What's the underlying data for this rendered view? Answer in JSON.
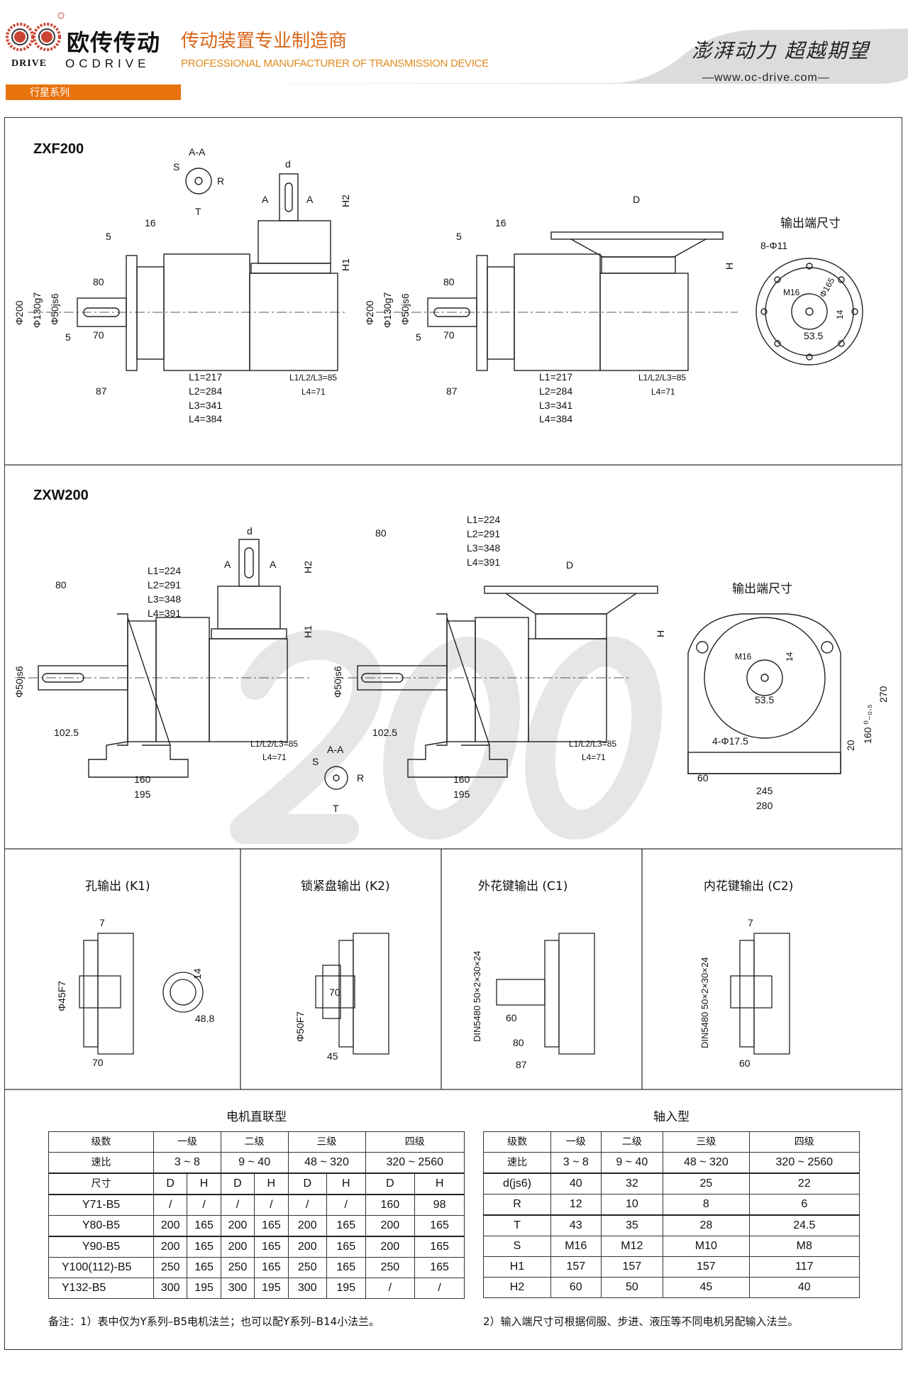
{
  "header": {
    "logo_text": "欧传",
    "brand_cn": "欧传传动",
    "brand_en_left": "DRIVE",
    "brand_en": "OCDRIVE",
    "tagline_cn": "传动装置专业制造商",
    "tagline_en": "PROFESSIONAL MANUFACTURER OF TRANSMISSION DEVICE",
    "slogan": "澎湃动力 超越期望",
    "website": "—www.oc-drive.com—",
    "series_tab": "行星系列",
    "colors": {
      "accent": "#e8730f",
      "band": "#dcdcdc"
    }
  },
  "watermark": "200",
  "zxf": {
    "title": "ZXF200",
    "section": "A-A",
    "s": "S",
    "t": "T",
    "r": "R",
    "d": "d",
    "a": "A",
    "h1": "H1",
    "h2": "H2",
    "h": "H",
    "D": "D",
    "dim_16": "16",
    "dim_5": "5",
    "dim_80": "80",
    "dim_70": "70",
    "dim_87": "87",
    "phi200": "Φ200",
    "phi130": "Φ130g7",
    "phi50": "Φ50js6",
    "L": [
      "L1=217",
      "L2=284",
      "L3=341",
      "L4=384"
    ],
    "l123": "L1/L2/L3=85",
    "l4": "L4=71",
    "output_title": "输出端尺寸",
    "holes": "8-Φ11",
    "m16": "M16",
    "phi165": "Φ165",
    "dim_14": "14",
    "dim_53": "53.5"
  },
  "zxw": {
    "title": "ZXW200",
    "d": "d",
    "a": "A",
    "h1": "H1",
    "h2": "H2",
    "h": "H",
    "D": "D",
    "dim_80": "80",
    "phi50": "Φ50js6",
    "dim_102": "102.5",
    "dim_160": "160",
    "dim_195": "195",
    "L": [
      "L1=224",
      "L2=291",
      "L3=348",
      "L4=391"
    ],
    "l123": "L1/L2/L3=85",
    "l4": "L4=71",
    "section": "A-A",
    "s": "S",
    "r": "R",
    "t": "T",
    "output_title": "输出端尺寸",
    "m16": "M16",
    "dim_14": "14",
    "dim_53": "53.5",
    "holes": "4-Φ17.5",
    "dim_270": "270",
    "dim_20": "20",
    "dim_160tol": "160 ⁰₋₀.₅",
    "dim_60": "60",
    "dim_245": "245",
    "dim_280": "280"
  },
  "outputs": [
    {
      "title": "孔输出 (K1)",
      "dims": [
        "7",
        "Φ45F7",
        "14",
        "48.8",
        "70"
      ]
    },
    {
      "title": "锁紧盘输出 (K2)",
      "dims": [
        "70",
        "Φ50F7",
        "45"
      ]
    },
    {
      "title": "外花键输出 (C1)",
      "dims": [
        "DIN5480 50×2×30×24",
        "60",
        "80",
        "87"
      ]
    },
    {
      "title": "内花键输出 (C2)",
      "dims": [
        "7",
        "DIN5480 50×2×30×24",
        "60"
      ]
    }
  ],
  "motor_table": {
    "title": "电机直联型",
    "stage_label": "级数",
    "stages": [
      "一级",
      "二级",
      "三级",
      "四级"
    ],
    "ratio_label": "速比",
    "ratios": [
      "3 ~ 8",
      "9 ~ 40",
      "48 ~ 320",
      "320 ~ 2560"
    ],
    "size_label": "尺寸",
    "d": "D",
    "h": "H",
    "rows": [
      [
        "Y71-B5",
        "/",
        "/",
        "/",
        "/",
        "/",
        "/",
        "160",
        "98"
      ],
      [
        "Y80-B5",
        "200",
        "165",
        "200",
        "165",
        "200",
        "165",
        "200",
        "165"
      ],
      [
        "Y90-B5",
        "200",
        "165",
        "200",
        "165",
        "200",
        "165",
        "200",
        "165"
      ],
      [
        "Y100(112)-B5",
        "250",
        "165",
        "250",
        "165",
        "250",
        "165",
        "250",
        "165"
      ],
      [
        "Y132-B5",
        "300",
        "195",
        "300",
        "195",
        "300",
        "195",
        "/",
        "/"
      ]
    ],
    "note": "备注：1）表中仅为Y系列–B5电机法兰；也可以配Y系列–B14小法兰。"
  },
  "shaft_table": {
    "title": "轴入型",
    "stage_label": "级数",
    "stages": [
      "一级",
      "二级",
      "三级",
      "四级"
    ],
    "ratio_label": "速比",
    "ratios": [
      "3 ~ 8",
      "9 ~ 40",
      "48 ~ 320",
      "320 ~ 2560"
    ],
    "rows": [
      [
        "d(js6)",
        "40",
        "32",
        "25",
        "22"
      ],
      [
        "R",
        "12",
        "10",
        "8",
        "6"
      ],
      [
        "T",
        "43",
        "35",
        "28",
        "24.5"
      ],
      [
        "S",
        "M16",
        "M12",
        "M10",
        "M8"
      ],
      [
        "H1",
        "157",
        "157",
        "157",
        "117"
      ],
      [
        "H2",
        "60",
        "50",
        "45",
        "40"
      ]
    ],
    "note": "2）输入端尺寸可根据伺服、步进、液压等不同电机另配输入法兰。"
  }
}
